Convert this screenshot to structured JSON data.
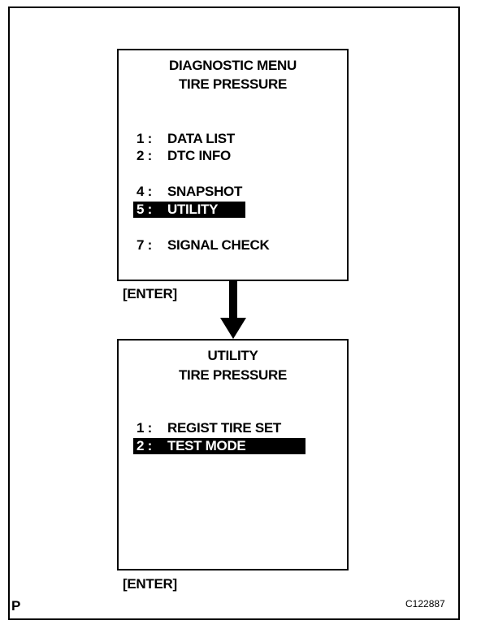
{
  "screen1": {
    "title_line1": "DIAGNOSTIC MENU",
    "title_line2": "TIRE PRESSURE",
    "items": [
      {
        "num": "1 :",
        "label": "DATA LIST"
      },
      {
        "num": "2 :",
        "label": "DTC INFO"
      },
      {
        "num": "4 :",
        "label": "SNAPSHOT"
      },
      {
        "num": "5 :",
        "label": "UTILITY",
        "selected": true
      },
      {
        "num": "7 :",
        "label": "SIGNAL CHECK"
      }
    ]
  },
  "enter_label_1": "[ENTER]",
  "screen2": {
    "title_line1": "UTILITY",
    "title_line2": "TIRE PRESSURE",
    "items": [
      {
        "num": "1 :",
        "label": "REGIST TIRE SET"
      },
      {
        "num": "2 :",
        "label": "TEST MODE",
        "selected": true
      }
    ]
  },
  "enter_label_2": "[ENTER]",
  "corner_left": "P",
  "figure_code": "C122887"
}
